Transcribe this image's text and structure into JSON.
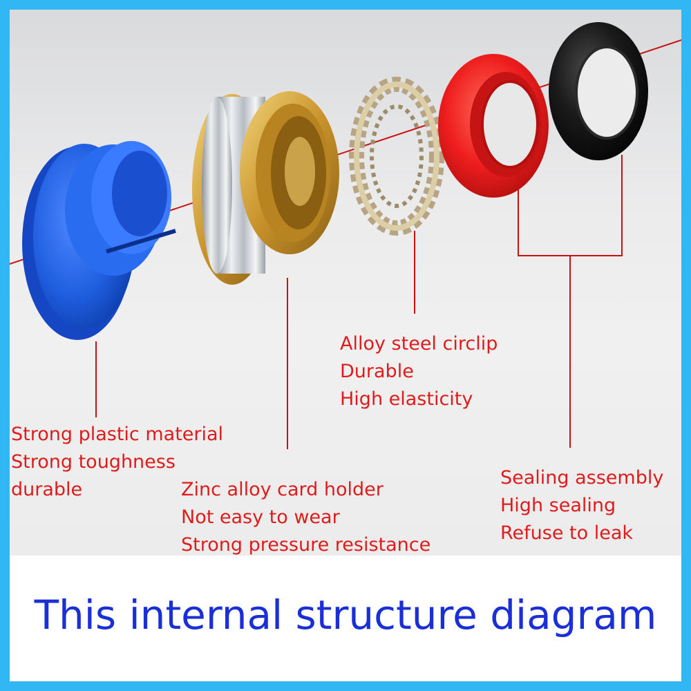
{
  "labels": {
    "plastic": [
      "Strong plastic material",
      "Strong toughness",
      "durable"
    ],
    "zinc": [
      "Zinc alloy card holder",
      "Not easy to wear",
      "Strong pressure resistance"
    ],
    "circlip": [
      "Alloy steel circlip",
      "Durable",
      "High elasticity"
    ],
    "sealing": [
      "Sealing assembly",
      "High sealing",
      "Refuse to leak"
    ]
  },
  "caption": "This internal structure diagram",
  "colors": {
    "border": "#31b8f4",
    "label_text": "#e01b1b",
    "caption_text": "#1a2fd6",
    "leader_line": "#c81010",
    "blue_part": "#1f5fe0",
    "red_part": "#ee1d1d",
    "black_part": "#151515",
    "brass": "#d9a63a",
    "silver": "#c9ccd0"
  }
}
